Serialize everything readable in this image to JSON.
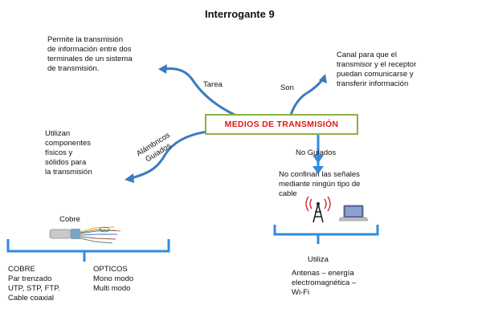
{
  "title": "Interrogante  9",
  "central": "MEDIOS  DE TRANSMISIÓN",
  "links": {
    "tarea": "Tarea",
    "son": "Son",
    "alambricos": "Alámbricos\nGuiados",
    "no_guiados": "No Guiados",
    "utiliza": "Utiliza"
  },
  "nodes": {
    "tarea_text": "Permite la transmisión\nde información entre dos\nterminales de un sistema\nde transmisión.",
    "son_text": "Canal para que el\ntransmisor y el receptor\npuedan comunicarse y\ntransferir información",
    "guiados_text": "Utilizan\ncomponentes\nfísicos y\nsólidos  para\nla transmisión",
    "cobre_label": "Cobre",
    "cobre_types": "COBRE\nPar trenzado\nUTP, STP, FTP.\nCable coaxial",
    "opticos_types": "OPTICOS\nMono modo\nMulti modo",
    "no_guiados_text": "No confinan las señales\nmediante ningún tipo de\ncable",
    "antenas_text": "Antenas – energía\nelectromagnética –\nWi-Fi"
  },
  "colors": {
    "arrow": "#3b7bbf",
    "bracket": "#2f8be0",
    "central_border": "#8db04a",
    "central_text": "#e01717"
  }
}
